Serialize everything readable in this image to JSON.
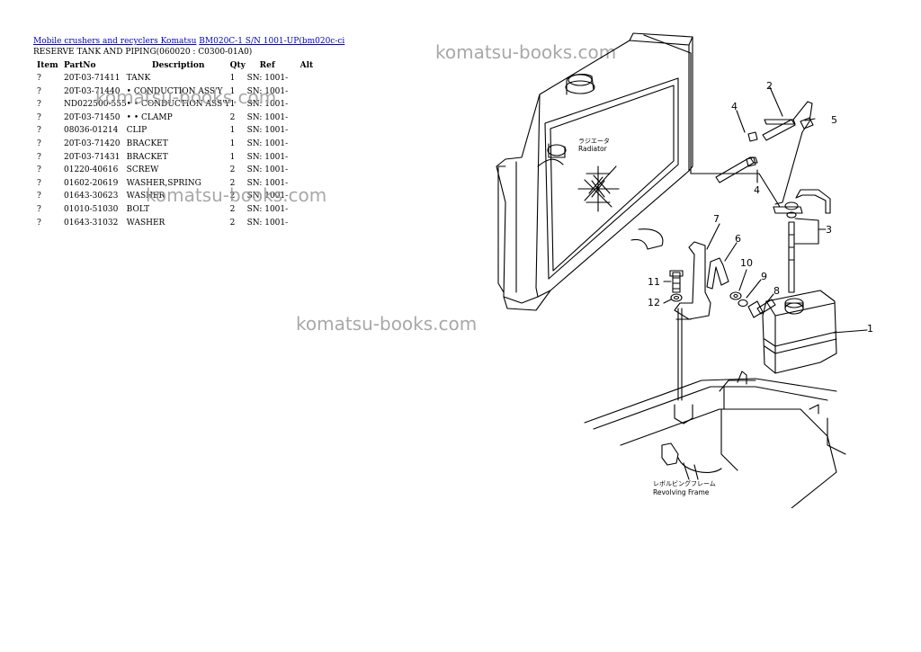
{
  "header": {
    "link1": "Mobile crushers and recyclers Komatsu",
    "link2": "BM020C-1 S/N 1001-UP(bm020c-ci",
    "subtitle": "RESERVE TANK AND PIPING(060020 : C0300-01A0)"
  },
  "table": {
    "headers": [
      "Item",
      "PartNo",
      "Description",
      "Qty",
      "Ref",
      "Alt"
    ],
    "rows": [
      {
        "item": "?",
        "part": "20T-03-71411",
        "desc": "TANK",
        "qty": "1",
        "ref": "SN: 1001-",
        "alt": ""
      },
      {
        "item": "?",
        "part": "20T-03-71440",
        "desc": "• CONDUCTION ASS'Y",
        "qty": "1",
        "ref": "SN: 1001-",
        "alt": ""
      },
      {
        "item": "?",
        "part": "ND022500-555",
        "desc": "• • CONDUCTION ASS'Y",
        "qty": "1",
        "ref": "SN: 1001-",
        "alt": ""
      },
      {
        "item": "?",
        "part": "20T-03-71450",
        "desc": "• • CLAMP",
        "qty": "2",
        "ref": "SN: 1001-",
        "alt": ""
      },
      {
        "item": "?",
        "part": "08036-01214",
        "desc": "CLIP",
        "qty": "1",
        "ref": "SN: 1001-",
        "alt": ""
      },
      {
        "item": "?",
        "part": "20T-03-71420",
        "desc": "BRACKET",
        "qty": "1",
        "ref": "SN: 1001-",
        "alt": ""
      },
      {
        "item": "?",
        "part": "20T-03-71431",
        "desc": "BRACKET",
        "qty": "1",
        "ref": "SN: 1001-",
        "alt": ""
      },
      {
        "item": "?",
        "part": "01220-40616",
        "desc": "SCREW",
        "qty": "2",
        "ref": "SN: 1001-",
        "alt": ""
      },
      {
        "item": "?",
        "part": "01602-20619",
        "desc": "WASHER,SPRING",
        "qty": "2",
        "ref": "SN: 1001-",
        "alt": ""
      },
      {
        "item": "?",
        "part": "01643-30623",
        "desc": "WASHER",
        "qty": "2",
        "ref": "SN: 1001-",
        "alt": ""
      },
      {
        "item": "?",
        "part": "01010-51030",
        "desc": "BOLT",
        "qty": "2",
        "ref": "SN: 1001-",
        "alt": ""
      },
      {
        "item": "?",
        "part": "01643-31032",
        "desc": "WASHER",
        "qty": "2",
        "ref": "SN: 1001-",
        "alt": ""
      }
    ]
  },
  "watermarks": [
    "komatsu-books.com",
    "komatsu-books.com",
    "komatsu-books.com",
    "komatsu-books.com"
  ],
  "diagram": {
    "radiator_jp": "ラジエータ",
    "radiator_en": "Radiator",
    "frame_jp": "レボルビングフレーム",
    "frame_en": "Revolving  Frame",
    "callouts": [
      "1",
      "2",
      "3",
      "4",
      "4",
      "5",
      "6",
      "7",
      "8",
      "9",
      "10",
      "11",
      "12"
    ]
  }
}
